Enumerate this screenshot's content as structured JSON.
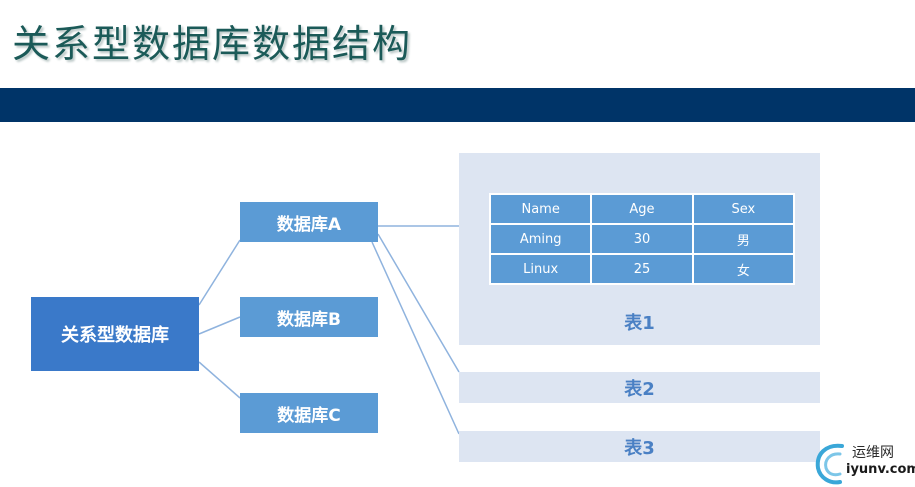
{
  "title": "关系型数据库数据结构",
  "root": {
    "label": "关系型数据库"
  },
  "databases": [
    {
      "label": "数据库A"
    },
    {
      "label": "数据库B"
    },
    {
      "label": "数据库C"
    }
  ],
  "tables": [
    {
      "label": "表1",
      "columns": [
        "Name",
        "Age",
        "Sex"
      ],
      "rows": [
        [
          "Aming",
          "30",
          "男"
        ],
        [
          "Linux",
          "25",
          "女"
        ]
      ]
    },
    {
      "label": "表2"
    },
    {
      "label": "表3"
    }
  ],
  "watermark": {
    "cn": "运维网",
    "en": "iyunv.com"
  },
  "colors": {
    "band": "#003468",
    "root_box": "#3a79c9",
    "db_box": "#5b9bd5",
    "table_panel": "#dde5f2",
    "connector": "#8fb3de",
    "title": "#1b5a58"
  }
}
